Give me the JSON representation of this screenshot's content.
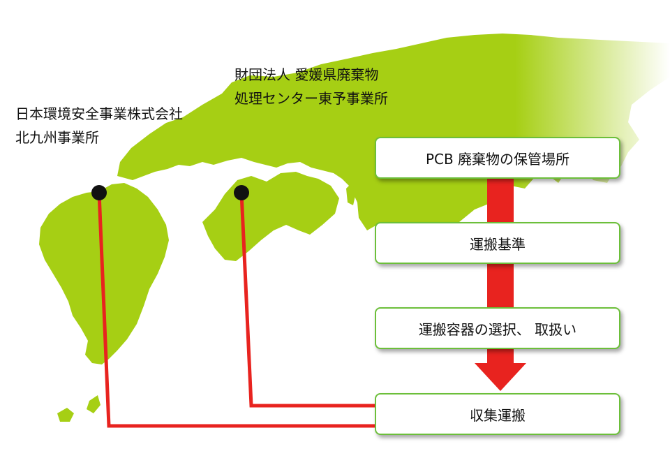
{
  "sites": [
    {
      "lines": [
        "日本環境安全事業株式会社",
        "北九州事業所"
      ]
    },
    {
      "lines": [
        "財団法人 愛媛県廃棄物",
        "処理センター東予事業所"
      ]
    }
  ],
  "flow": {
    "steps": [
      "PCB 廃棄物の保管場所",
      "運搬基準",
      "運搬容器の選択、 取扱い",
      "収集運搬"
    ]
  },
  "colors": {
    "land": "#a6cf14",
    "arrow": "#e8231f",
    "line": "#e8231f",
    "box_border": "#6cbf3a",
    "marker": "#111111"
  }
}
